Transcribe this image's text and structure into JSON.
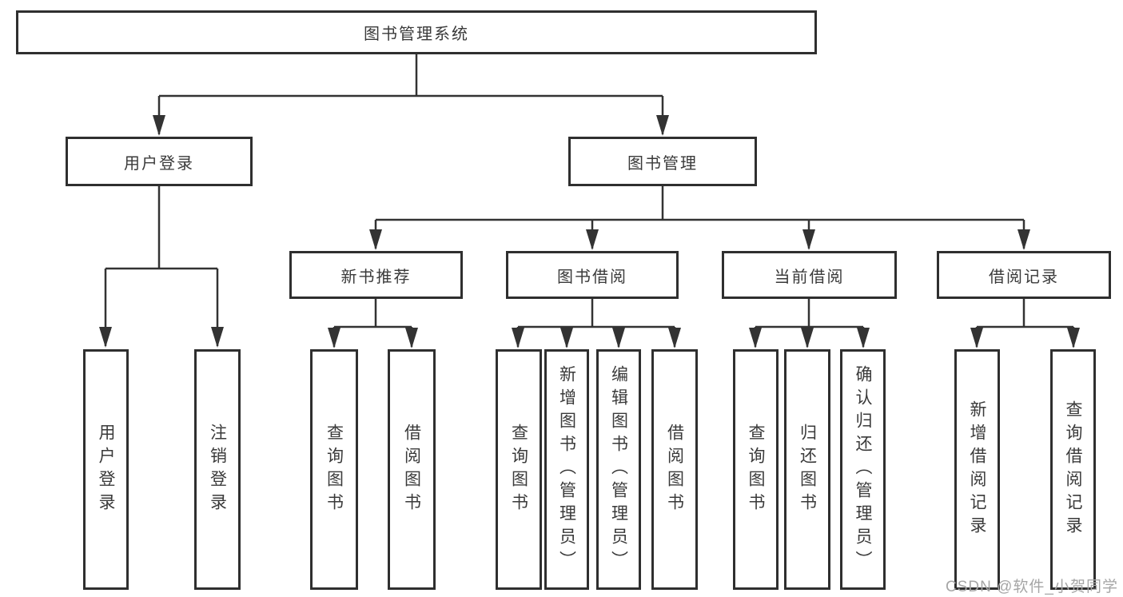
{
  "diagram": {
    "root": "图书管理系统",
    "level2": [
      "用户登录",
      "图书管理"
    ],
    "level3": [
      "新书推荐",
      "图书借阅",
      "当前借阅",
      "借阅记录"
    ],
    "leaves": {
      "user_login": [
        "用户登录",
        "注销登录"
      ],
      "new_book_recommend": [
        "查询图书",
        "借阅图书"
      ],
      "book_borrow": [
        "查询图书",
        "新增图书（管理员）",
        "编辑图书（管理员）",
        "借阅图书"
      ],
      "current_borrow": [
        "查询图书",
        "归还图书",
        "确认归还（管理员）"
      ],
      "borrow_records": [
        "新增借阅记录",
        "查询借阅记录"
      ]
    }
  },
  "watermark": "CSDN @软件_小贺同学",
  "colors": {
    "line": "#333333",
    "border": "#2f2f2f",
    "text": "#3a3a3a",
    "watermark": "#a6a6a6",
    "background": "#ffffff"
  }
}
